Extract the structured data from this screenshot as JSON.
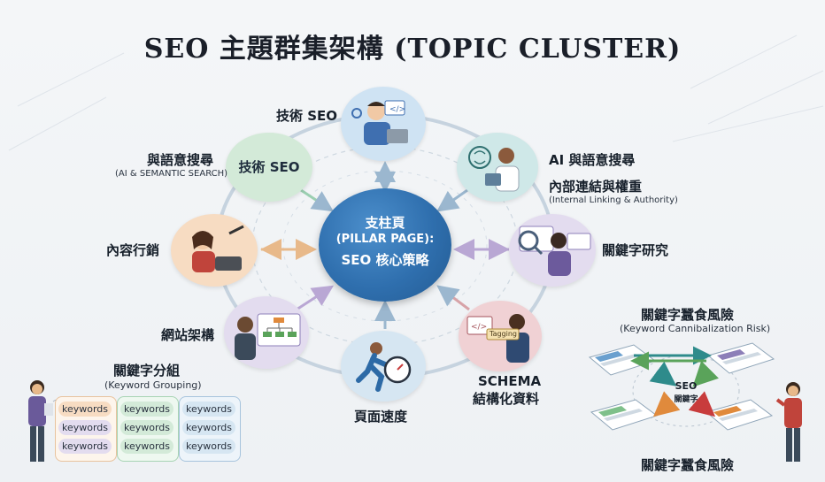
{
  "title": "SEO 主題群集架構 (TOPIC CLUSTER)",
  "center": {
    "line1": "支柱頁",
    "line2": "(PILLAR PAGE):",
    "line3": "SEO 核心策略"
  },
  "nodes": {
    "tech_top": {
      "label": "技術 SEO"
    },
    "tech_inner": {
      "text": "技術 SEO"
    },
    "semantic_left": {
      "label": "與語意搜尋",
      "sublabel": "(AI & SEMANTIC SEARCH)"
    },
    "ai_right": {
      "label": "AI 與語意搜尋"
    },
    "internal_links": {
      "label": "內部連結與權重",
      "sublabel": "(Internal Linking & Authority)"
    },
    "content": {
      "label": "內容行銷"
    },
    "keyword_research": {
      "label": "關鍵字研究"
    },
    "site_arch": {
      "label": "網站架構"
    },
    "page_speed": {
      "label": "頁面速度"
    },
    "schema": {
      "label_line1": "SCHEMA",
      "label_line2": "結構化資料",
      "tag": "Tagging"
    }
  },
  "keyword_grouping": {
    "label": "關鍵字分組",
    "sublabel": "(Keyword Grouping)",
    "columns": [
      [
        "keywords",
        "keywords",
        "keywords"
      ],
      [
        "keywords",
        "keywords",
        "keywords"
      ],
      [
        "keywords",
        "keywords",
        "keywords"
      ]
    ]
  },
  "cannibalization": {
    "title": "關鍵字蠶食風險",
    "subtitle": "(Keyword Cannibalization Risk)",
    "center_line1": "SEO",
    "center_line2": "關鍵字",
    "bottom": "關鍵字蠶食風險"
  },
  "colors": {
    "center": "#2f6fae",
    "tech": "#cfe3f3",
    "green": "#d3ead8",
    "teal": "#cfe8e8",
    "orange": "#f7dcc2",
    "purple": "#e3dcef",
    "rose": "#f0d1d4",
    "blue_speed": "#d6e6f2",
    "arrow_orange": "#e08a3c",
    "arrow_teal": "#2e8b8b",
    "arrow_red": "#c83c3c",
    "arrow_green": "#5aa35a"
  }
}
